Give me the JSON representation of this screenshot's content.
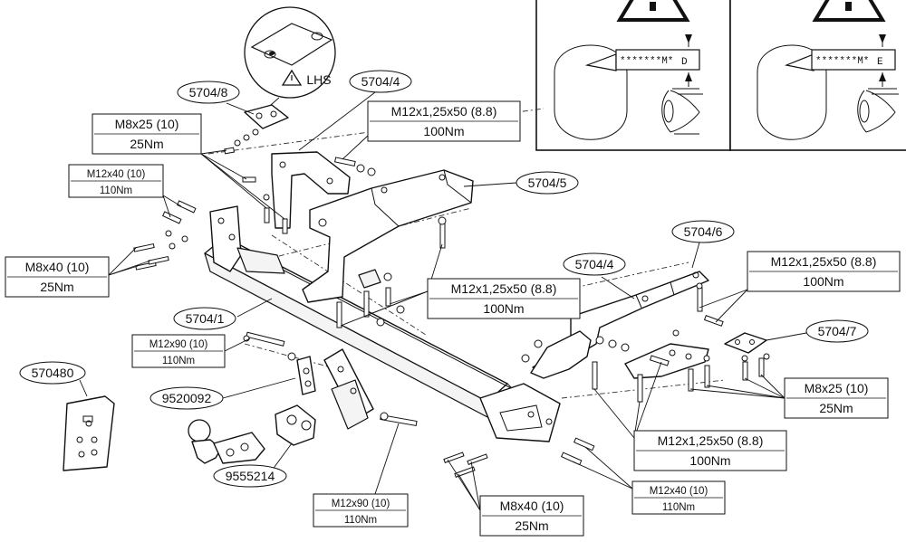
{
  "part_labels": {
    "p5704_8": "5704/8",
    "p5704_4_top": "5704/4",
    "p5704_5": "5704/5",
    "p5704_6": "5704/6",
    "p5704_4_right": "5704/4",
    "p5704_7": "5704/7",
    "p5704_1": "5704/1",
    "p570480": "570480",
    "p9520092": "9520092",
    "p9555214": "9555214",
    "lhs": "LHS"
  },
  "callouts": {
    "c1": {
      "spec": "M8x25 (10)",
      "torque": "25Nm"
    },
    "c2": {
      "spec": "M12x40 (10)",
      "torque": "110Nm"
    },
    "c3": {
      "spec": "M8x40 (10)",
      "torque": "25Nm"
    },
    "c4": {
      "spec": "M12x1,25x50 (8.8)",
      "torque": "100Nm"
    },
    "c5": {
      "spec": "M12x1,25x50 (8.8)",
      "torque": "100Nm"
    },
    "c6": {
      "spec": "M12x90 (10)",
      "torque": "110Nm"
    },
    "c7": {
      "spec": "M12x1,25x50 (8.8)",
      "torque": "100Nm"
    },
    "c8": {
      "spec": "M8x25 (10)",
      "torque": "25Nm"
    },
    "c9": {
      "spec": "M12x1,25x50 (8.8)",
      "torque": "100Nm"
    },
    "c10": {
      "spec": "M12x90 (10)",
      "torque": "110Nm"
    },
    "c11": {
      "spec": "M8x40 (10)",
      "torque": "25Nm"
    },
    "c12": {
      "spec": "M12x40 (10)",
      "torque": "110Nm"
    }
  },
  "warning_panels": {
    "left": {
      "code": "*******M*",
      "letter": "D"
    },
    "right": {
      "code": "*******M*",
      "letter": "E"
    }
  },
  "icons": [
    "warning-triangle-icon",
    "eye-icon"
  ]
}
